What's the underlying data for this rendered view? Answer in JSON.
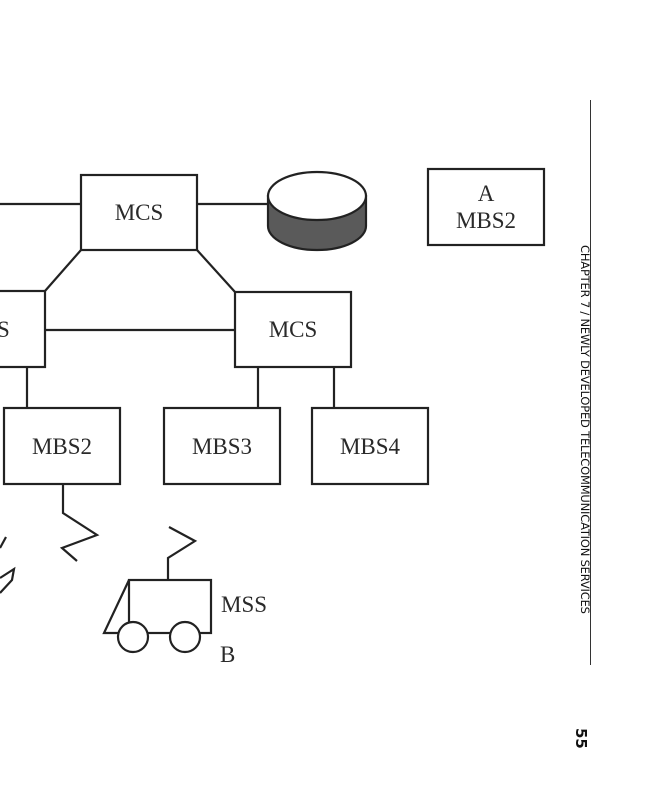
{
  "page": {
    "running_head": "CHAPTER 7 / NEWLY DEVELOPED TELECOMMUNICATION SERVICES",
    "page_number": "55"
  },
  "diagram": {
    "nodes": {
      "mcs_top": "MCS",
      "mcs_left_partial": "S",
      "mcs_right": "MCS",
      "mbs2": "MBS2",
      "mbs3": "MBS3",
      "mbs4": "MBS4",
      "legend_line1": "A",
      "legend_line2": "MBS2",
      "mss_label": "MSS",
      "mss_sublabel": "B"
    },
    "icons": {
      "database": "database-cylinder-icon",
      "vehicle": "mobile-vehicle-icon",
      "antenna": "radio-zigzag-icon"
    },
    "colors": {
      "stroke": "#222222",
      "disk_fill": "#5a5a5a"
    }
  }
}
